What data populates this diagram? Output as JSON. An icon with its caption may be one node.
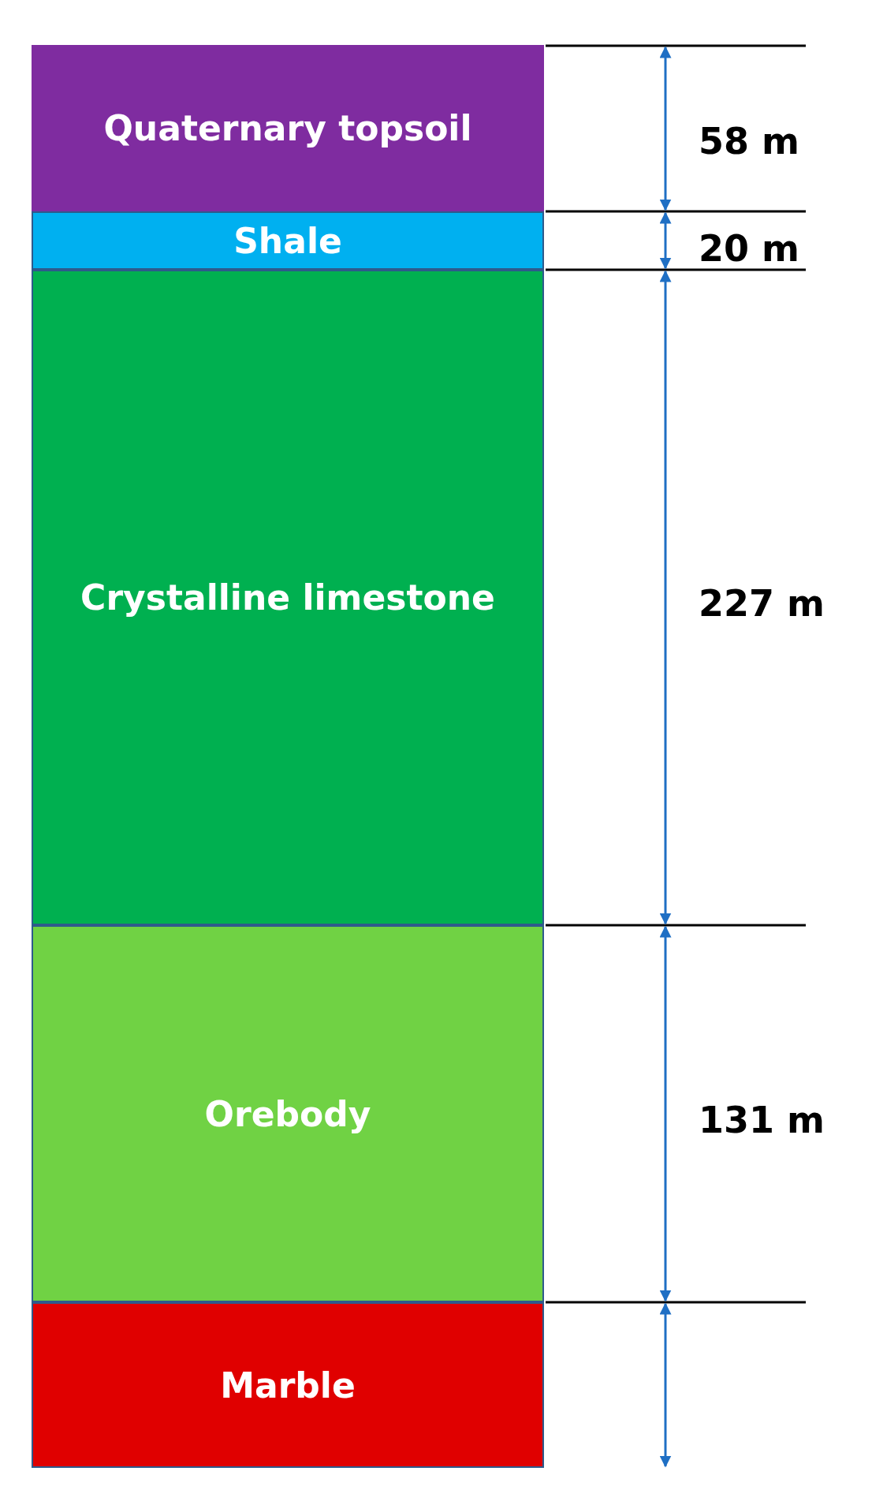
{
  "diagram": {
    "nodes": [
      {
        "text": [
          "Quaternary topsoil"
        ]
      },
      {
        "text": [
          "Shale"
        ]
      },
      {
        "text": [
          "Crystalline limestone"
        ]
      },
      {
        "text": [
          "Orebody"
        ]
      },
      {
        "text": [
          "Marble"
        ]
      }
    ],
    "labels": [
      "58 m",
      "20 m",
      "227 m",
      "131 m"
    ]
  }
}
